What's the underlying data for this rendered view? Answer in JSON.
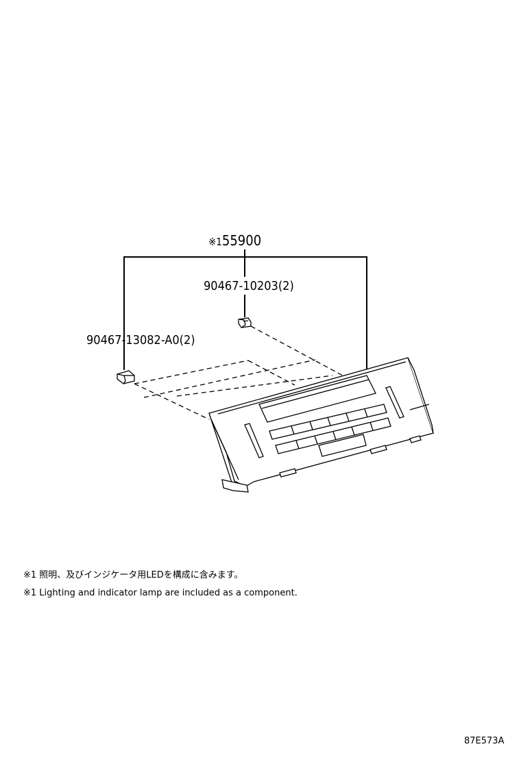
{
  "callouts": {
    "main_mark": "※1",
    "main_part": "55900",
    "screw_part": "90467-10203(2)",
    "clip_part": "90467-13082-A0(2)"
  },
  "notes": {
    "japanese": "※1 照明、及びインジケータ用LEDを構成に含みます。",
    "english": "※1 Lighting and indicator lamp are included as a component."
  },
  "figure_code": "87E573A"
}
